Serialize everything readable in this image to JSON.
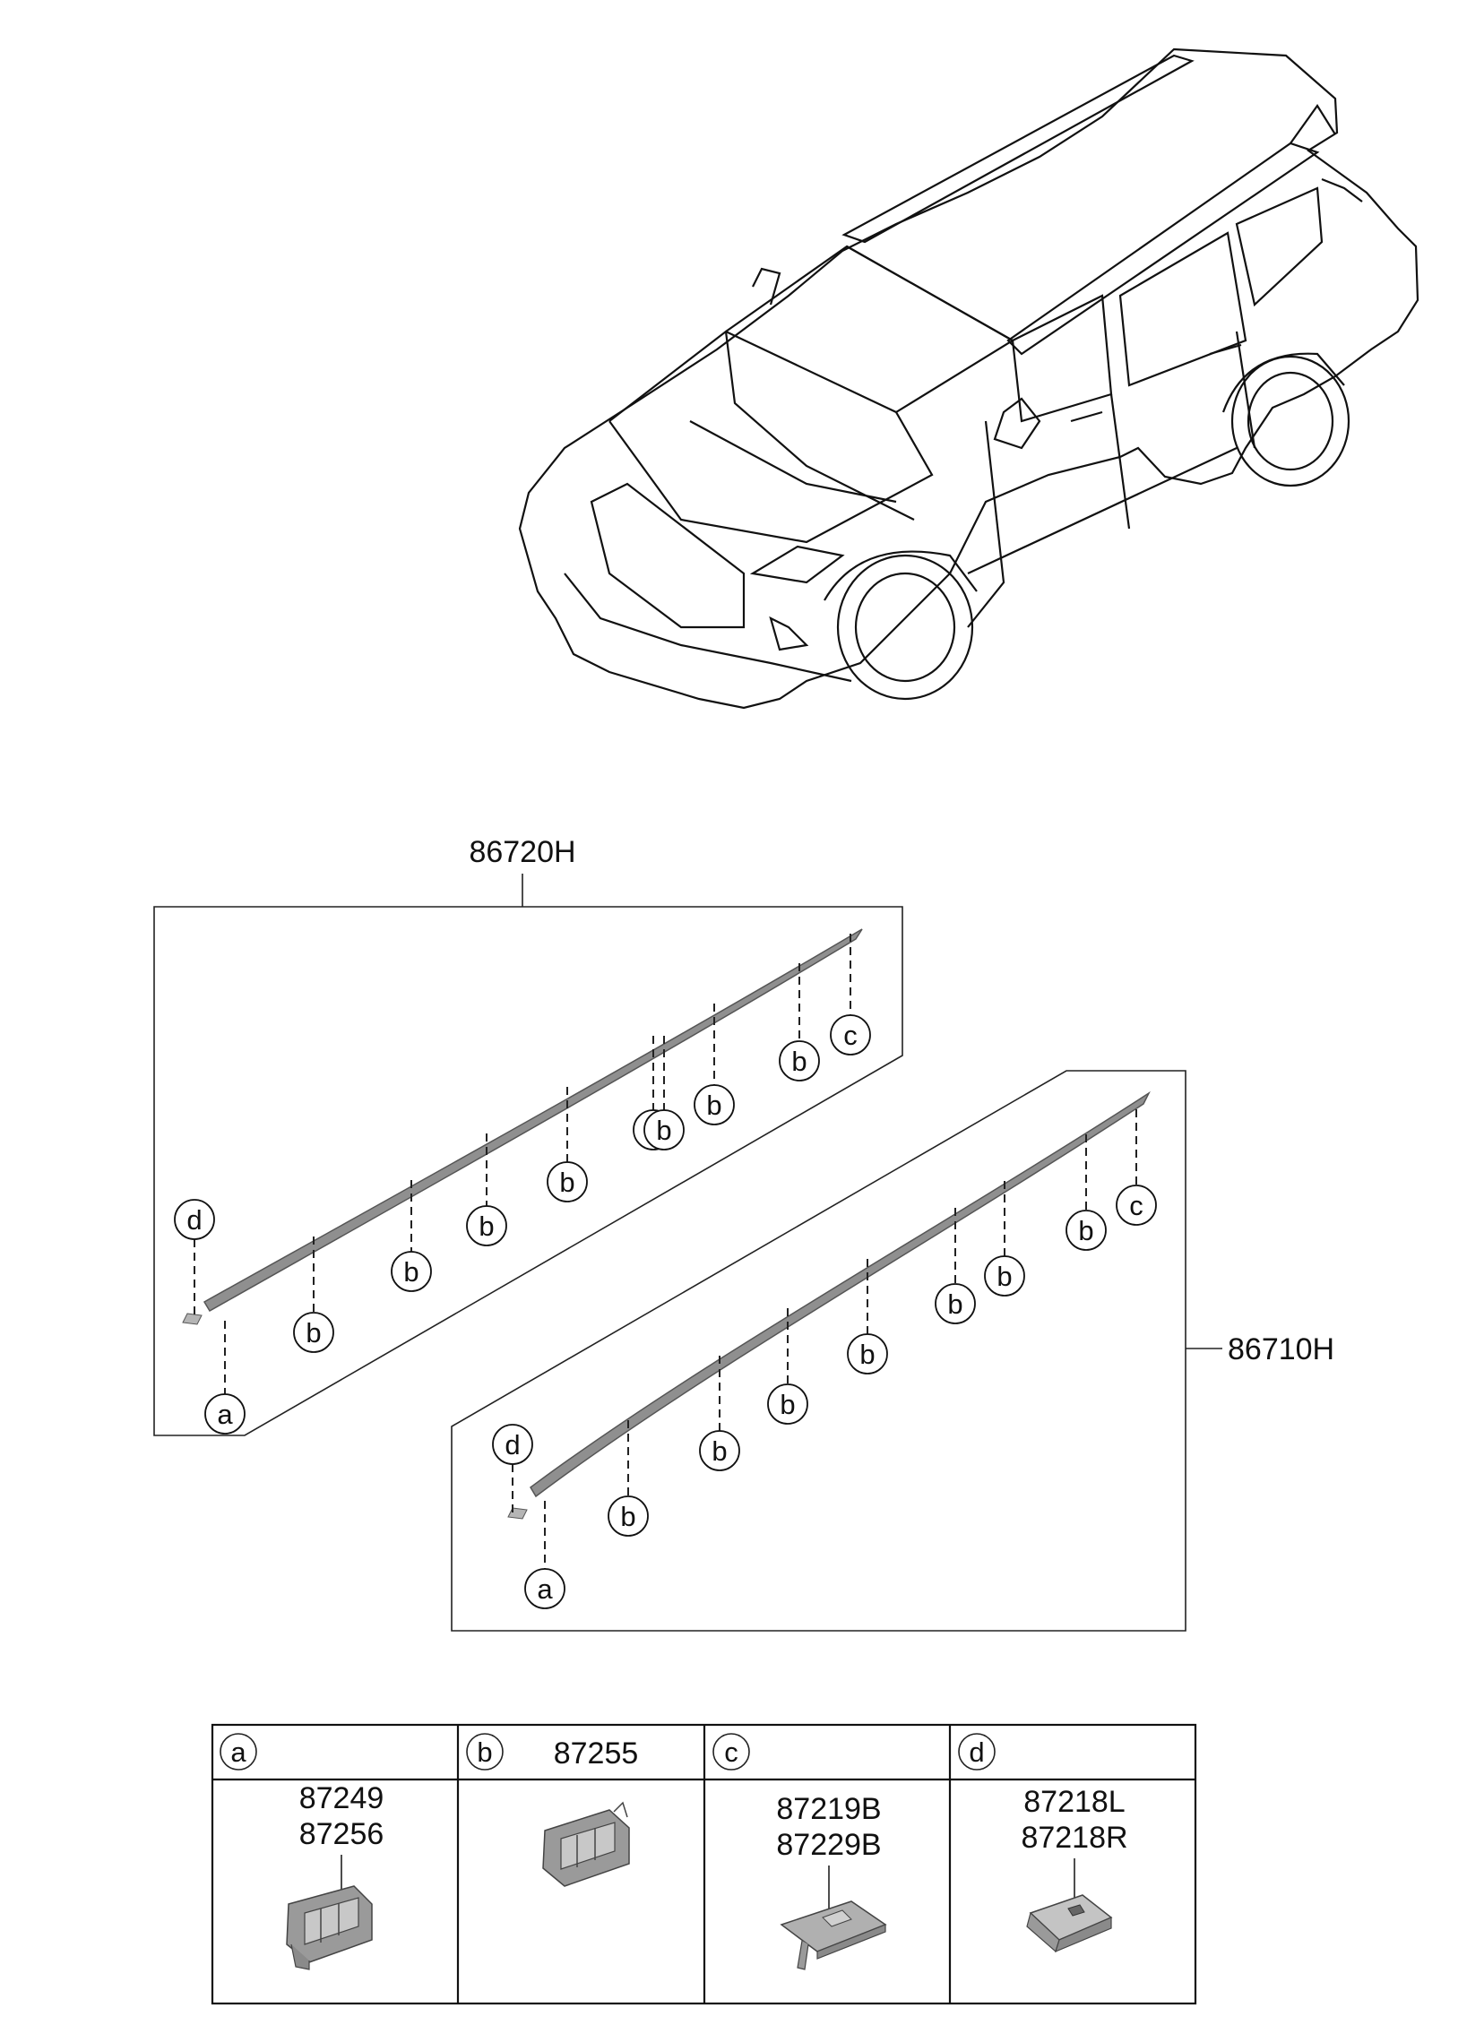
{
  "assemblies": [
    {
      "part_no": "86720H"
    },
    {
      "part_no": "86710H"
    }
  ],
  "callout_letters": {
    "a": "a",
    "b": "b",
    "c": "c",
    "d": "d"
  },
  "legend": {
    "cells": [
      {
        "letter": "a",
        "header_part": "",
        "parts": [
          "87249",
          "87256"
        ]
      },
      {
        "letter": "b",
        "header_part": "87255",
        "parts": []
      },
      {
        "letter": "c",
        "header_part": "",
        "parts": [
          "87219B",
          "87229B"
        ]
      },
      {
        "letter": "d",
        "header_part": "",
        "parts": [
          "87218L",
          "87218R"
        ]
      }
    ]
  },
  "colors": {
    "line": "#111111",
    "molding": "#8f8f8f",
    "clip": "#9a9a9a",
    "background": "#ffffff"
  }
}
